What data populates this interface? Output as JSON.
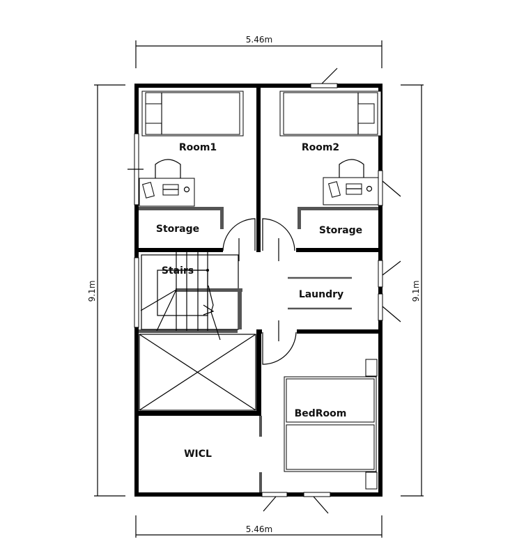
{
  "dimensions": {
    "top_width": "5.46m",
    "bottom_width": "5.46m",
    "left_height": "9.1m",
    "right_height": "9.1m"
  },
  "rooms": {
    "room1": "Room1",
    "room2": "Room2",
    "storage1": "Storage",
    "storage2": "Storage",
    "stairs": "Stairs",
    "laundry": "Laundry",
    "bedroom": "BedRoom",
    "wicl": "WICL"
  },
  "colors": {
    "wall": "#000000",
    "partition": "#555555",
    "background": "#ffffff"
  }
}
